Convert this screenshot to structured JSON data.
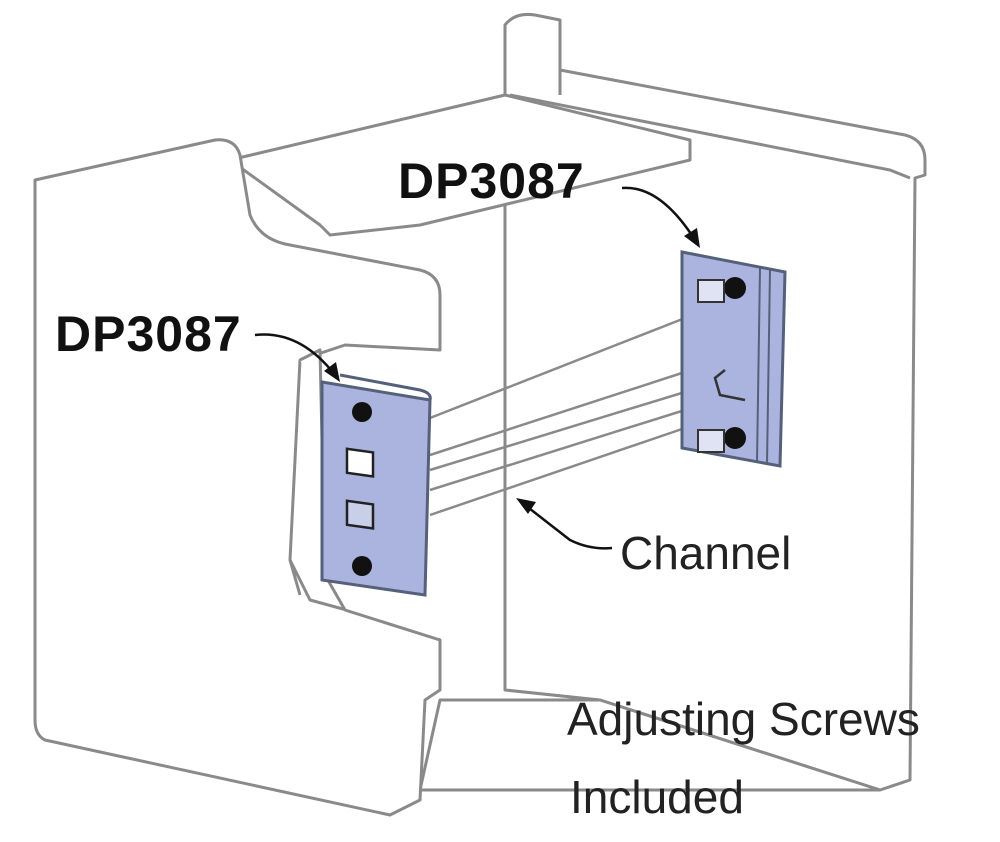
{
  "labels": {
    "part_top": "DP3087",
    "part_left": "DP3087",
    "channel": "Channel",
    "screws_line1": "Adjusting Screws",
    "screws_line2": "Included"
  },
  "colors": {
    "outline": "#8a8a8a",
    "bracket_fill": "#aab4de",
    "bracket_stroke": "#55607a",
    "hole": "#111111"
  }
}
